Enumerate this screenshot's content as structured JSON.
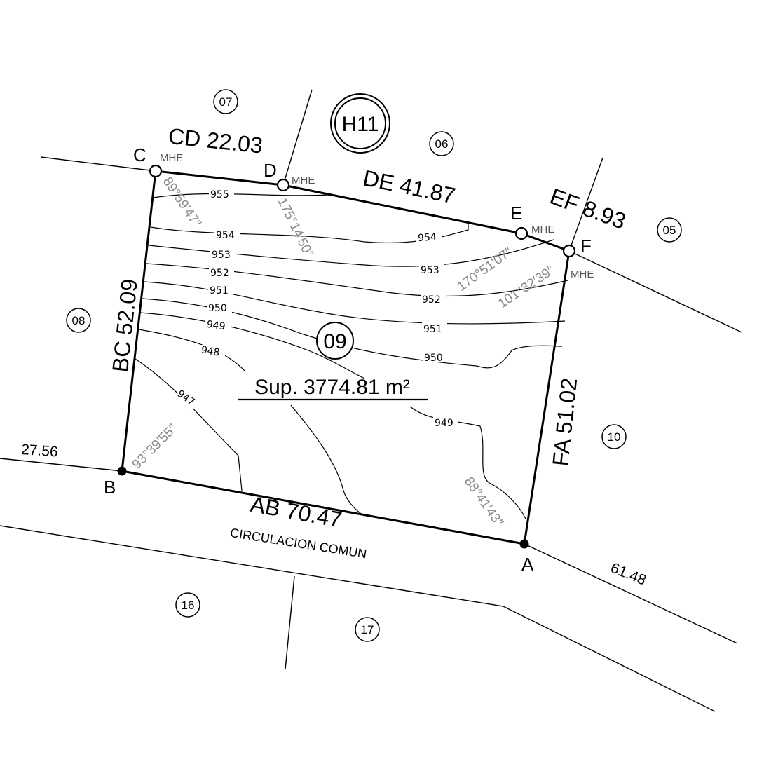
{
  "block_id": "H11",
  "lot": {
    "number": "09",
    "area_label": "Sup. 3774.81 m²"
  },
  "vertices": {
    "A": "A",
    "B": "B",
    "C": "C",
    "D": "D",
    "E": "E",
    "F": "F"
  },
  "monument_label": "MHE",
  "sides": {
    "AB": "AB 70.47",
    "BC": "BC 52.09",
    "CD": "CD 22.03",
    "DE": "DE 41.87",
    "EF": "EF 8.93",
    "FA": "FA 51.02"
  },
  "angles": {
    "C": "89°59′47″",
    "D": "175°14′50″",
    "E": "170°51′07″",
    "F": "101°32′39″",
    "A": "88°41′43″",
    "B": "93°39′55″"
  },
  "neighbor_lots": [
    "07",
    "06",
    "05",
    "08",
    "10",
    "16",
    "17"
  ],
  "street": {
    "name": "CIRCULACION COMUN",
    "left_length": "27.56",
    "right_length": "61.48"
  },
  "contours": [
    "955",
    "954",
    "954",
    "953",
    "953",
    "952",
    "952",
    "951",
    "951",
    "950",
    "950",
    "949",
    "948",
    "947",
    "949"
  ]
}
